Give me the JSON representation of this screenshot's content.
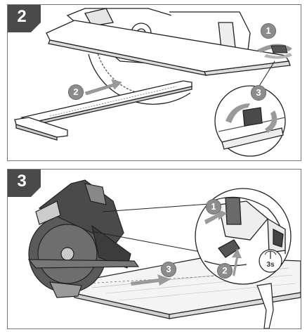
{
  "panels": [
    {
      "step_number": "2",
      "callouts": [
        "1",
        "2",
        "3"
      ]
    },
    {
      "step_number": "3",
      "callouts": [
        "1",
        "2",
        "3"
      ],
      "timer_label": "3s"
    }
  ],
  "colors": {
    "tab": "#4a4a4a",
    "badge": "#8c8c8c",
    "arrow": "#9a9a9a",
    "line": "#222222"
  }
}
